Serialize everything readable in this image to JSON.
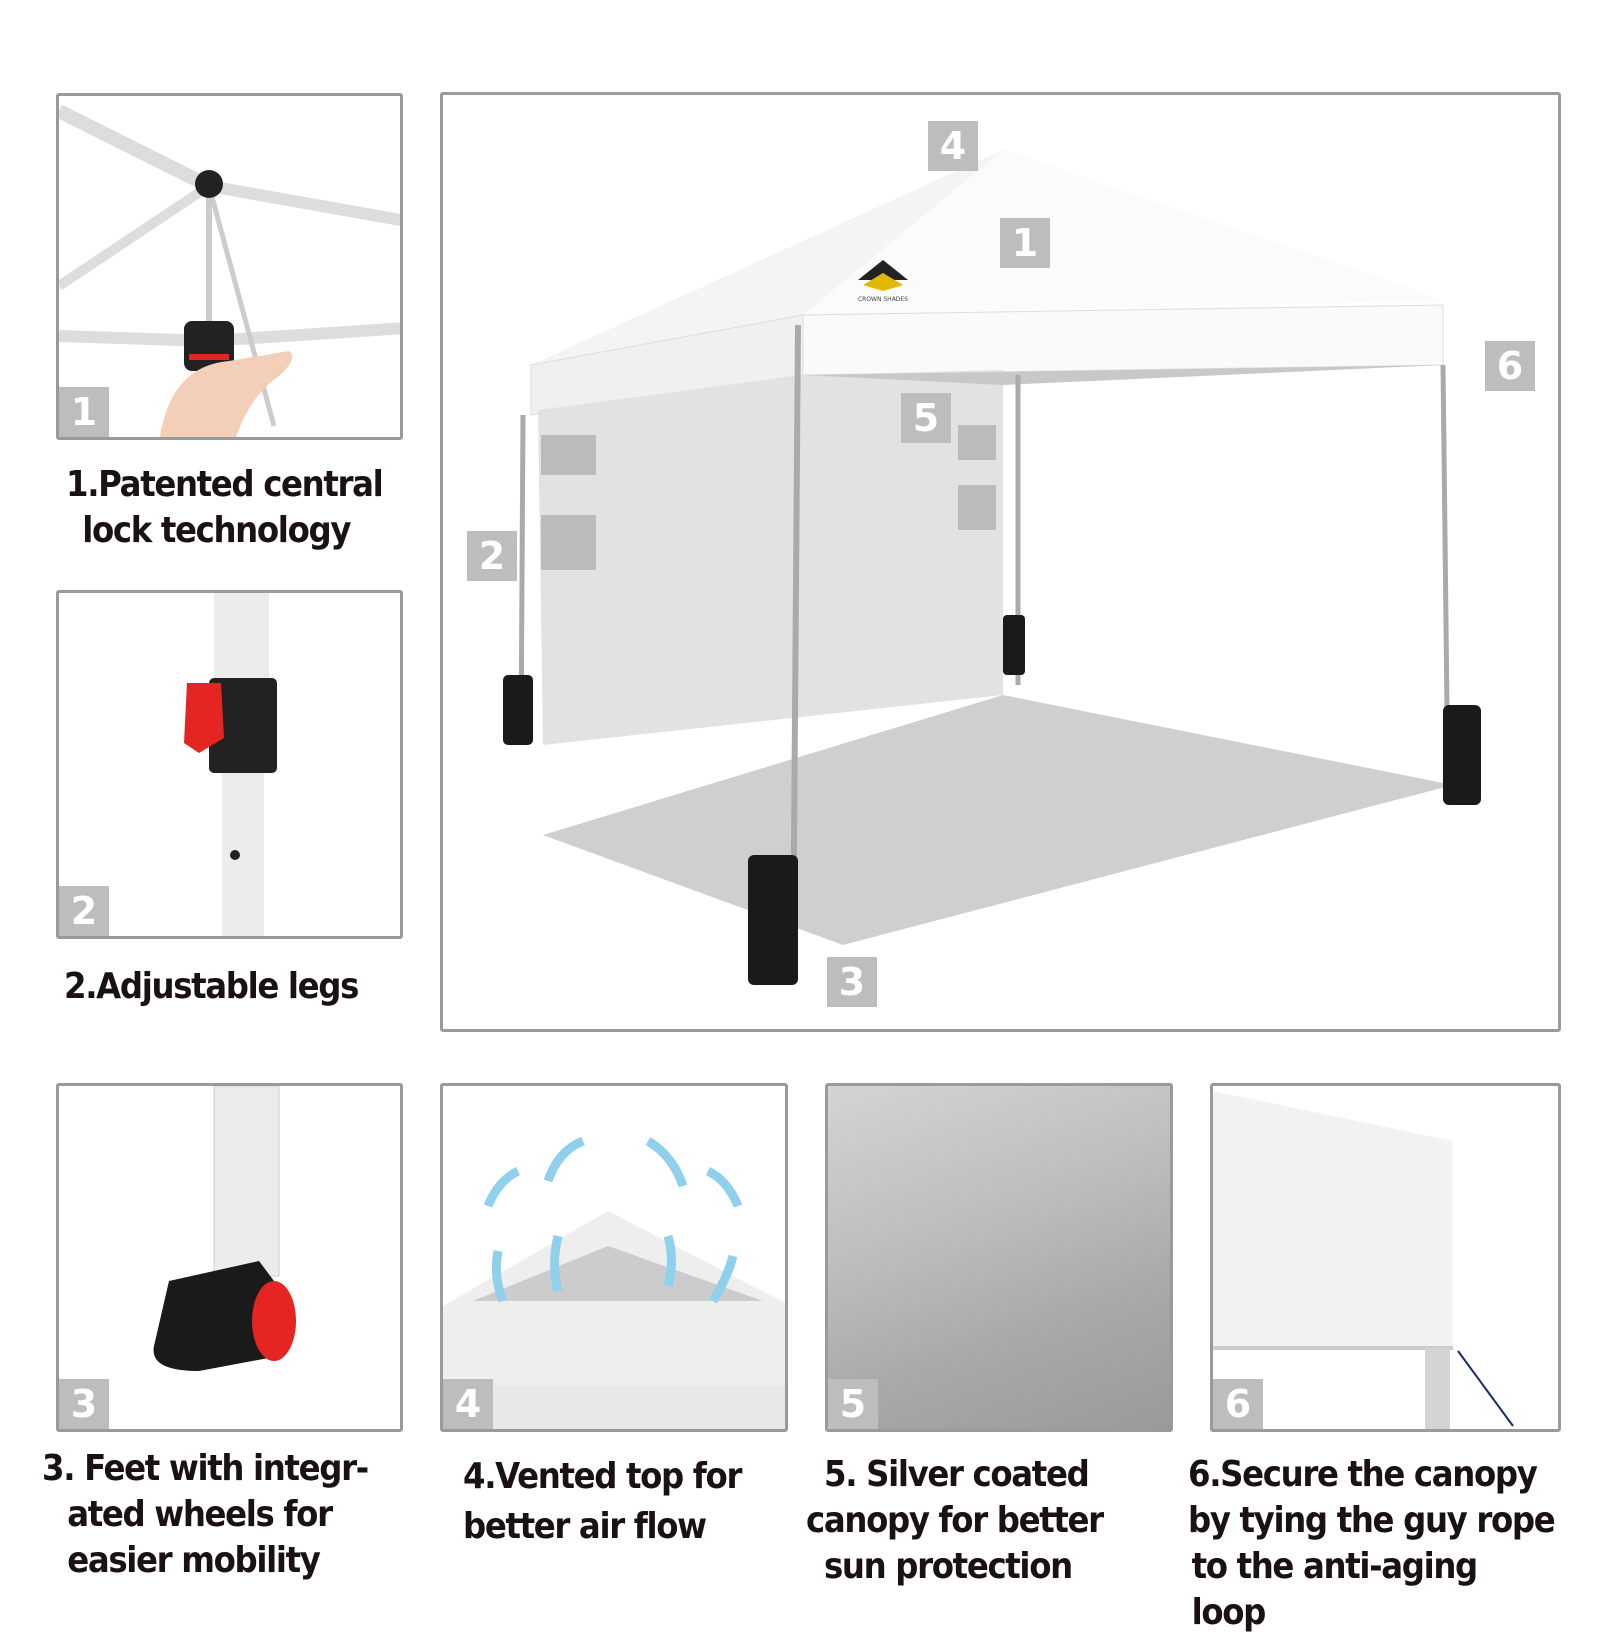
{
  "badges": [
    "1",
    "2",
    "3",
    "4",
    "5",
    "6"
  ],
  "captions": {
    "c1": [
      "1.Patented central",
      "lock technology"
    ],
    "c2": [
      "2.Adjustable legs"
    ],
    "c3": [
      "3. Feet with integr-",
      "ated wheels for",
      "easier mobility"
    ],
    "c4": [
      "4.Vented top for",
      "better air flow"
    ],
    "c5": [
      "5. Silver coated",
      "canopy for better",
      "sun protection"
    ],
    "c6": [
      "6.Secure the canopy",
      "by tying the guy rope",
      "to the anti-aging loop"
    ]
  },
  "logo": "CROWN SHADES",
  "colors": {
    "badge": "#bdbdbd",
    "border": "#9a9a9a",
    "accent": "#e52521",
    "arrow": "#8fd0ec"
  }
}
